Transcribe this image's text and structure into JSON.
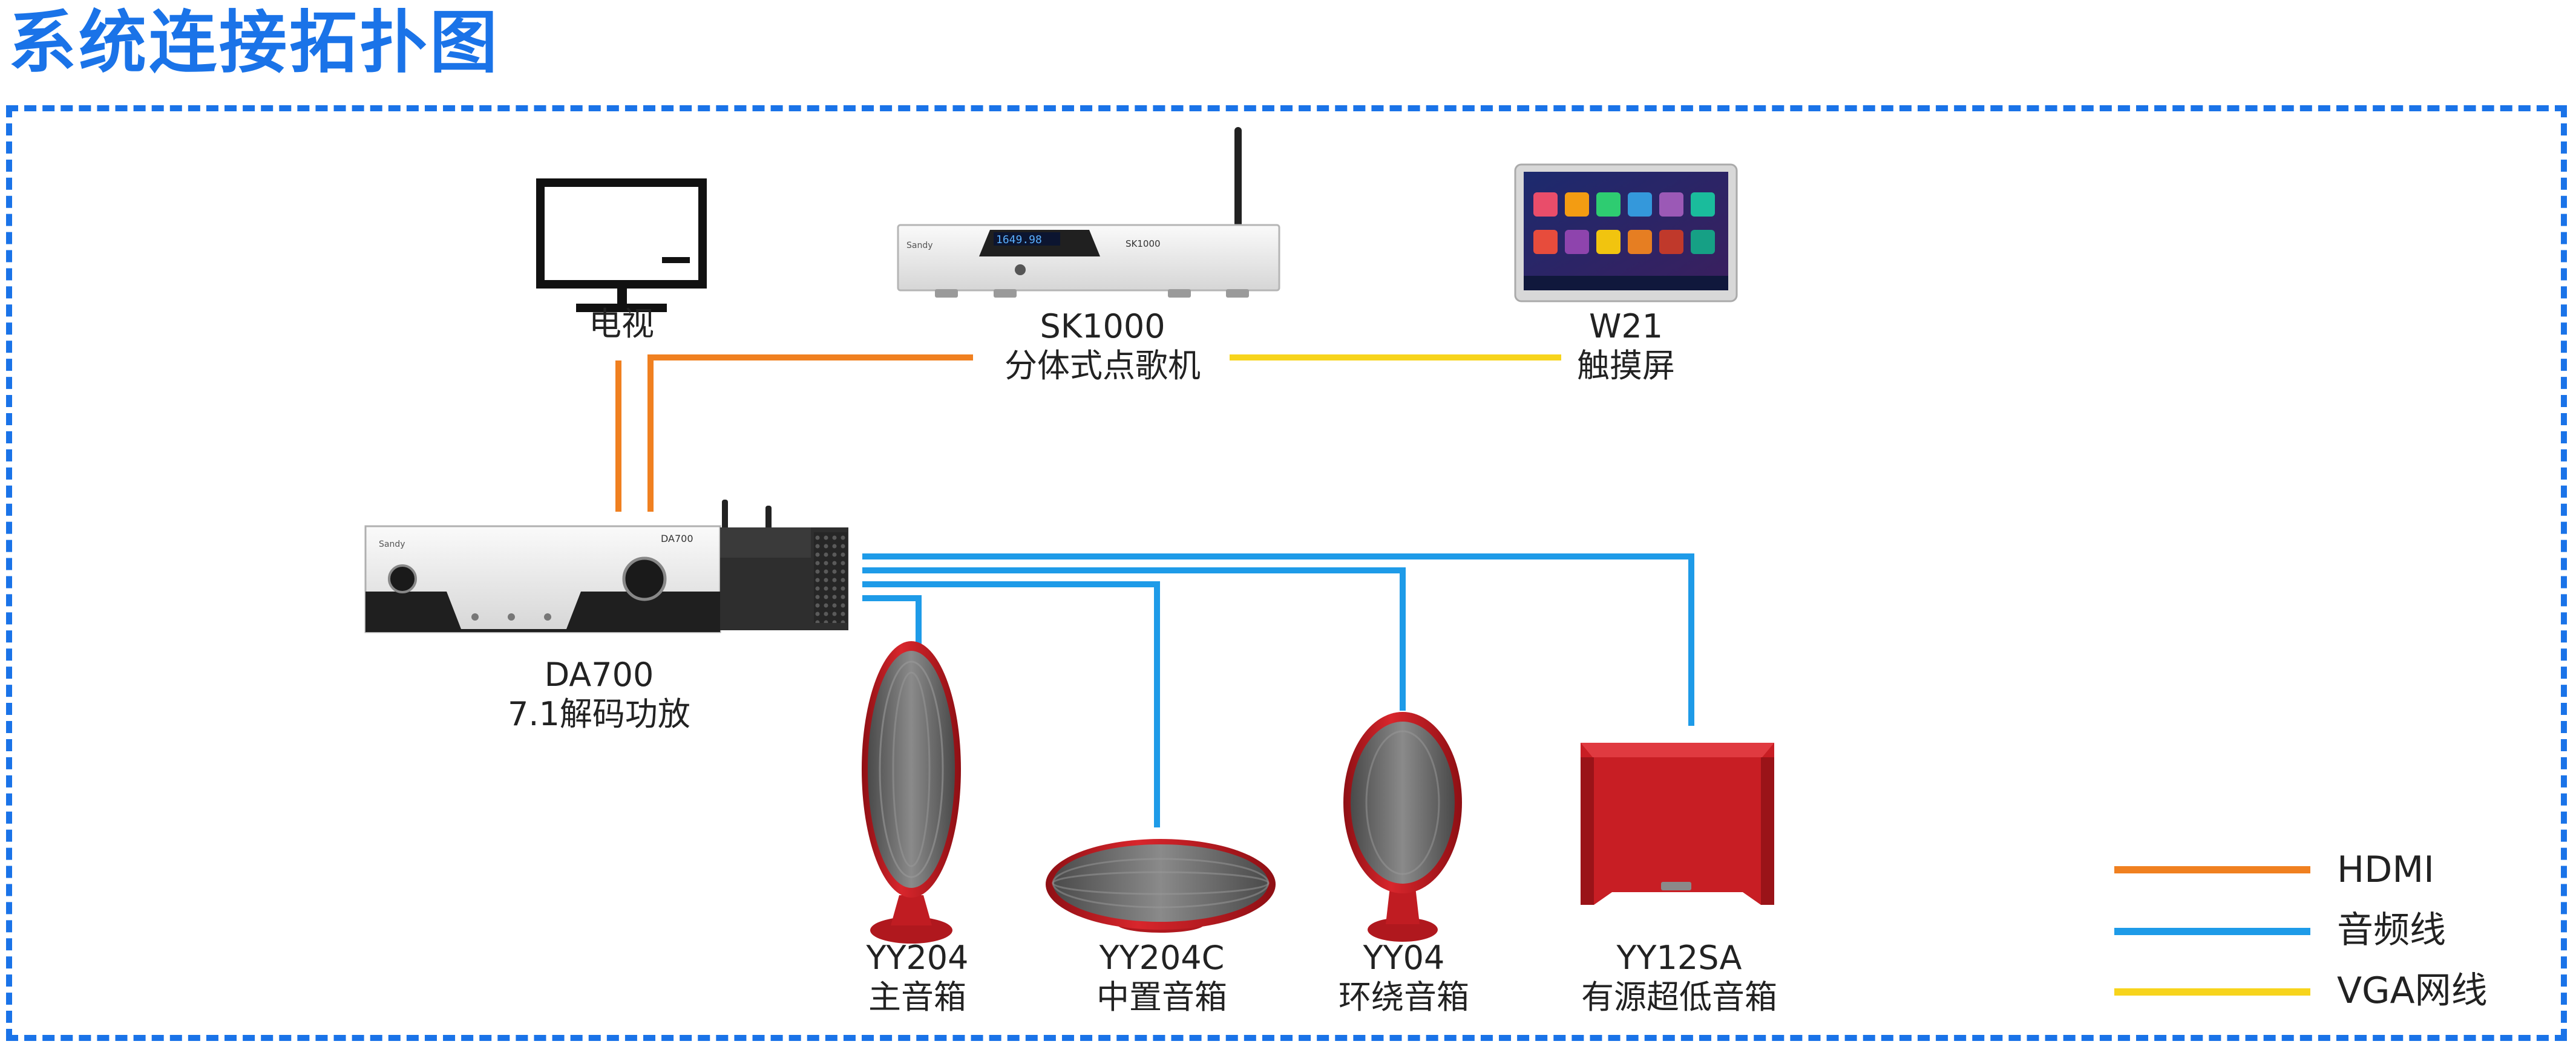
{
  "title": "系统连接拓扑图",
  "colors": {
    "title": "#1a73e8",
    "frame": "#1a73e8",
    "hdmi": "#f08020",
    "audio": "#1e9be8",
    "vga": "#f7d41c",
    "speaker_red": "#c81e24",
    "grille": "#707070"
  },
  "nodes": {
    "tv": {
      "name": "电视"
    },
    "sk1000": {
      "model": "SK1000",
      "name": "分体式点歌机",
      "face_label": "SK1000",
      "display": "1649.98"
    },
    "w21": {
      "model": "W21",
      "name": "触摸屏"
    },
    "da700": {
      "model": "DA700",
      "name": "7.1解码功放",
      "face_label": "DA700"
    },
    "yy204": {
      "model": "YY204",
      "name": "主音箱"
    },
    "yy204c": {
      "model": "YY204C",
      "name": "中置音箱"
    },
    "yy04": {
      "model": "YY04",
      "name": "环绕音箱"
    },
    "yy12sa": {
      "model": "YY12SA",
      "name": "有源超低音箱"
    }
  },
  "connections": [
    {
      "from": "tv",
      "to": "da700",
      "type": "HDMI"
    },
    {
      "from": "sk1000",
      "to": "da700",
      "type": "HDMI"
    },
    {
      "from": "sk1000",
      "to": "w21",
      "type": "VGA网线"
    },
    {
      "from": "da700",
      "to": "yy204",
      "type": "音频线"
    },
    {
      "from": "da700",
      "to": "yy204c",
      "type": "音频线"
    },
    {
      "from": "da700",
      "to": "yy04",
      "type": "音频线"
    },
    {
      "from": "da700",
      "to": "yy12sa",
      "type": "音频线"
    }
  ],
  "legend": [
    {
      "label": "HDMI",
      "color": "#f08020"
    },
    {
      "label": "音频线",
      "color": "#1e9be8"
    },
    {
      "label": "VGA网线",
      "color": "#f7d41c"
    }
  ]
}
